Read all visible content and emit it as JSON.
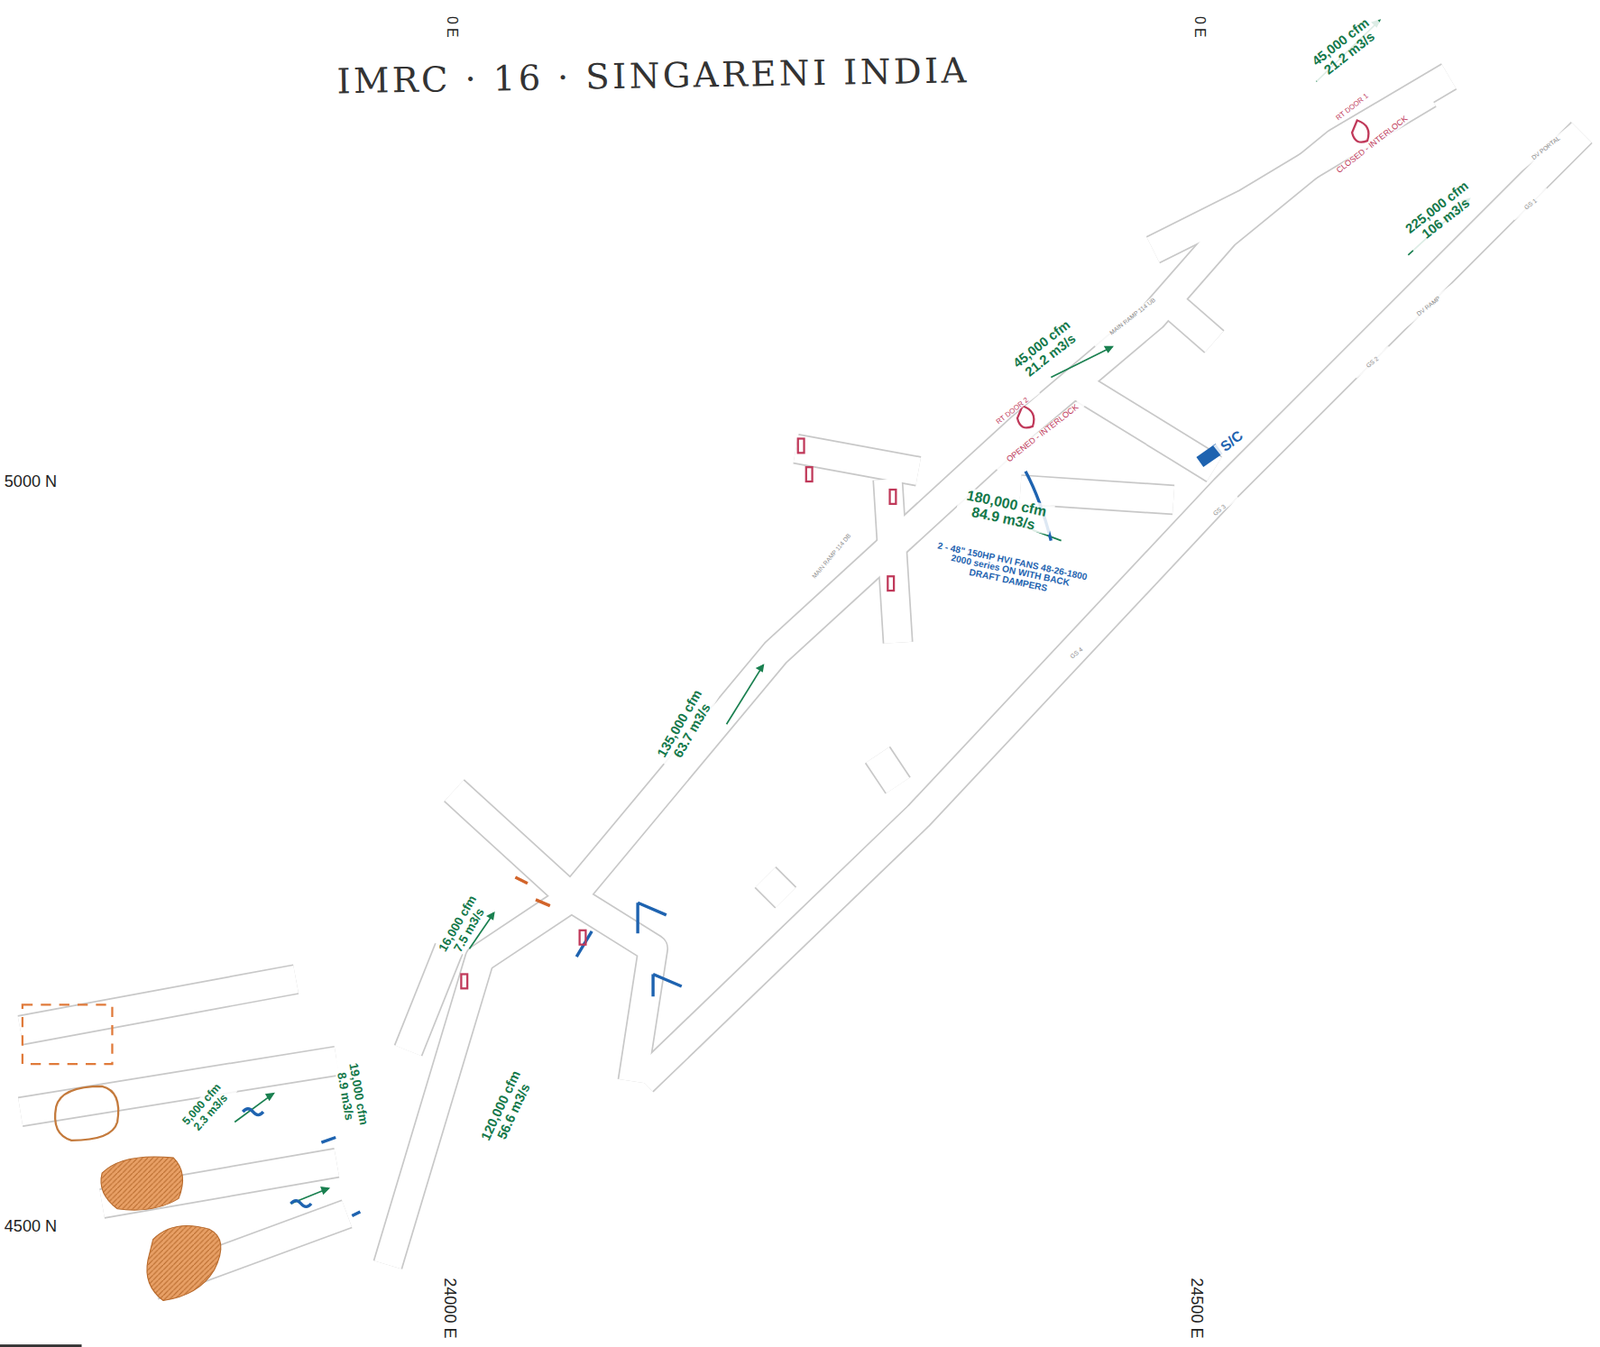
{
  "diagram": {
    "title": "IMRC · 16 · SINGARENI INDIA",
    "labels": [
      "45,000 cfm 21.2 m3/s",
      "RT DOOR 1",
      "CLOSED - INTERLOCK",
      "225,000 cfm 106 m3/s",
      "45,000 cfm 21.2 m3/s",
      "RT DOOR 2",
      "OPENED - INTERLOCK",
      "S/C",
      "180,000 cfm 84.9 m3/s",
      "2 - 48\" 150HP HVI FANS 48-26-1800 2000 series ON WITH BACK DRAFT DAMPERS",
      "135,000 cfm 63.7 m3/s",
      "16,000 cfm 7.5 m3/s",
      "120,000 cfm 56.6 m3/s",
      "19,000 cfm 8.9 m3/s",
      "5,000 cfm 2.3 m3/s",
      "5000 N",
      "4500 N",
      "24000 E",
      "24500 E",
      "0 E",
      "0 E",
      "MAIN RAMP 114 UB",
      "MAIN RAMP 114 DB",
      "DV PORTAL",
      "DV RAMP",
      "GS 1",
      "GS 2",
      "GS 3",
      "GS 4"
    ]
  }
}
